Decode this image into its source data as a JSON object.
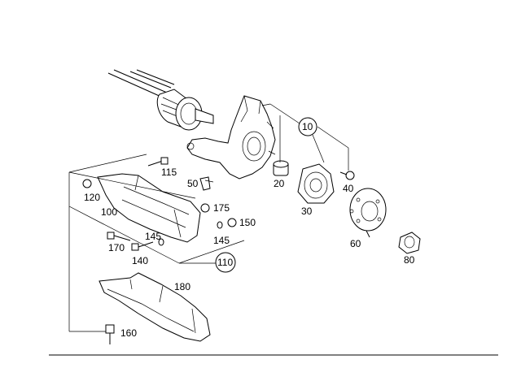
{
  "parts": {
    "p10": "10",
    "p20": "20",
    "p30": "30",
    "p40": "40",
    "p50": "50",
    "p60": "60",
    "p80": "80",
    "p100": "100",
    "p110": "110",
    "p115": "115",
    "p120": "120",
    "p140": "140",
    "p145a": "145",
    "p145b": "145",
    "p150": "150",
    "p160": "160",
    "p170": "170",
    "p175": "175",
    "p180": "180"
  },
  "colors": {
    "line": "#000000",
    "background": "#ffffff"
  }
}
